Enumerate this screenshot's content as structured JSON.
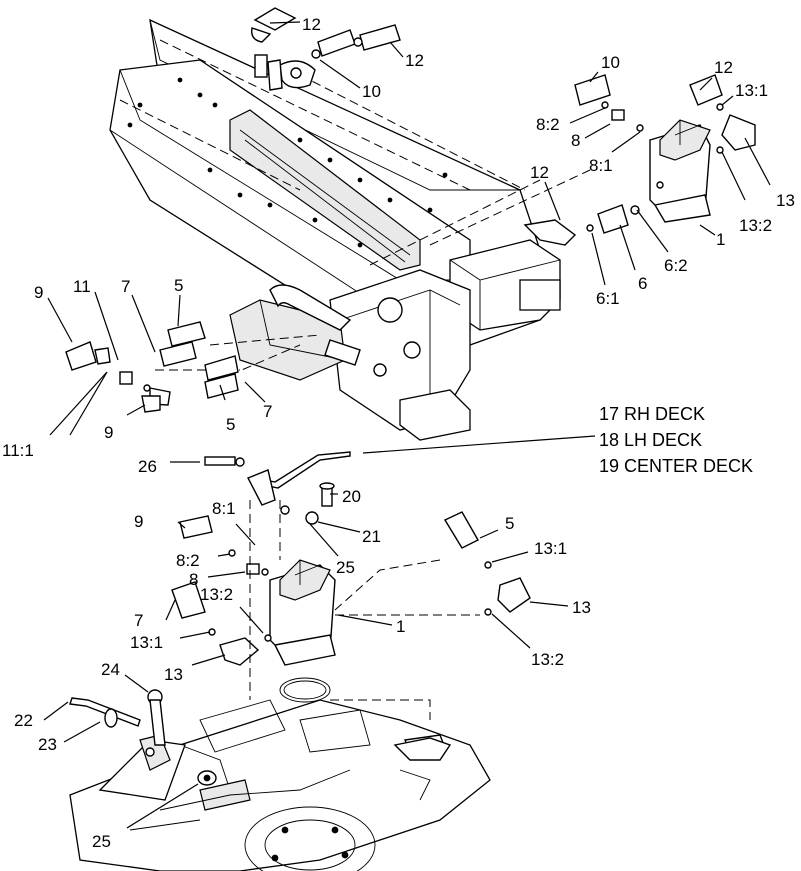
{
  "diagram": {
    "deck_callouts": [
      "17 RH DECK",
      "18 LH DECK",
      "19 CENTER DECK"
    ],
    "labels": {
      "top_12a": "12",
      "top_12b": "12",
      "top_10": "10",
      "r_10": "10",
      "r_12a": "12",
      "r_13_1": "13:1",
      "r_8_2": "8:2",
      "r_8": "8",
      "r_8_1": "8:1",
      "r_13": "13",
      "r_13_2": "13:2",
      "r_1": "1",
      "r_12b": "12",
      "r_6": "6",
      "r_6_2": "6:2",
      "r_6_1": "6:1",
      "l_9a": "9",
      "l_11": "11",
      "l_7a": "7",
      "l_5a": "5",
      "l_9b": "9",
      "l_11_1": "11:1",
      "l_5b": "5",
      "l_7b": "7",
      "c_26": "26",
      "c_20": "20",
      "c_8_1": "8:1",
      "c_21": "21",
      "c_9": "9",
      "c_8_2": "8:2",
      "c_8": "8",
      "c_25a": "25",
      "c_13_2": "13:2",
      "c_7": "7",
      "c_1": "1",
      "c_13_1": "13:1",
      "c_13": "13",
      "s_5": "5",
      "s_13_1": "13:1",
      "s_13": "13",
      "s_13_2": "13:2",
      "b_24": "24",
      "b_22": "22",
      "b_23": "23",
      "b_25": "25"
    }
  }
}
